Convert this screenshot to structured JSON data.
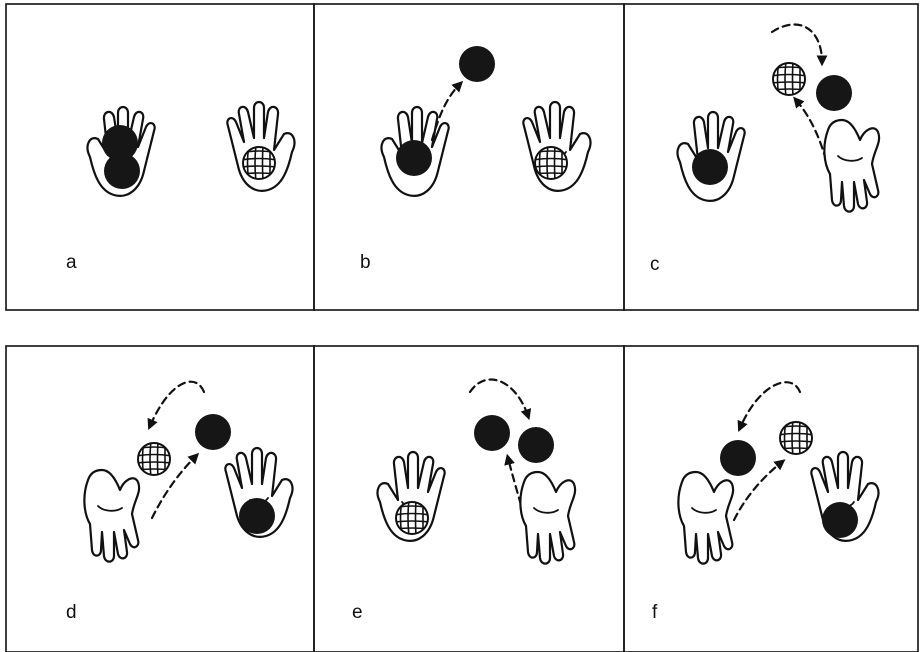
{
  "figure": {
    "panels": [
      {
        "label": "a"
      },
      {
        "label": "b"
      },
      {
        "label": "c"
      },
      {
        "label": "d"
      },
      {
        "label": "e"
      },
      {
        "label": "f"
      }
    ]
  },
  "colors": {
    "ink": "#111111",
    "ball_solid": "#161616",
    "background": "#ffffff"
  }
}
